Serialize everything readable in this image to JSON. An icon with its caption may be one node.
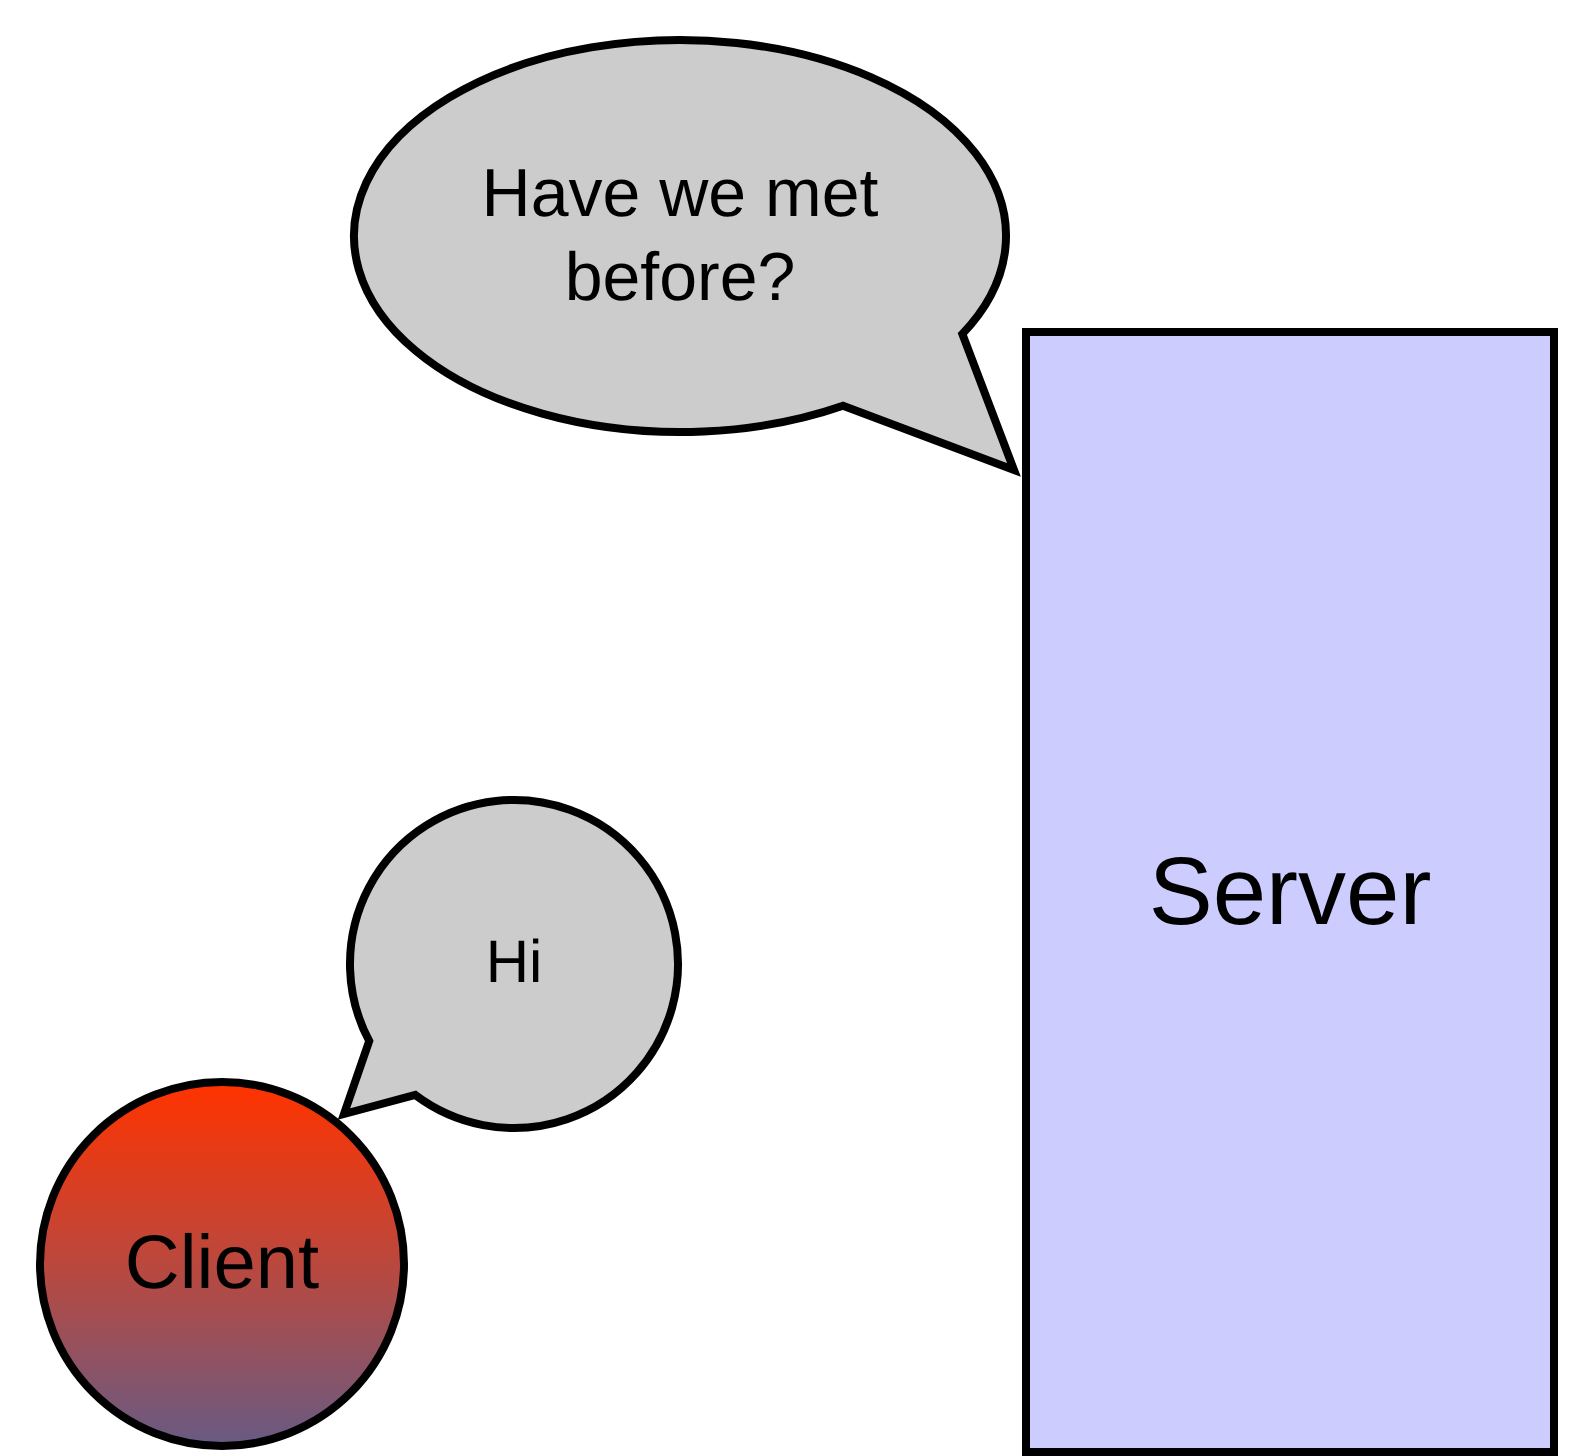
{
  "diagram": {
    "nodes": [
      {
        "text": [
          "Have we met before?"
        ]
      },
      {
        "text": [
          "Server"
        ]
      },
      {
        "text": [
          "Hi"
        ]
      },
      {
        "text": [
          "Client"
        ]
      }
    ]
  }
}
